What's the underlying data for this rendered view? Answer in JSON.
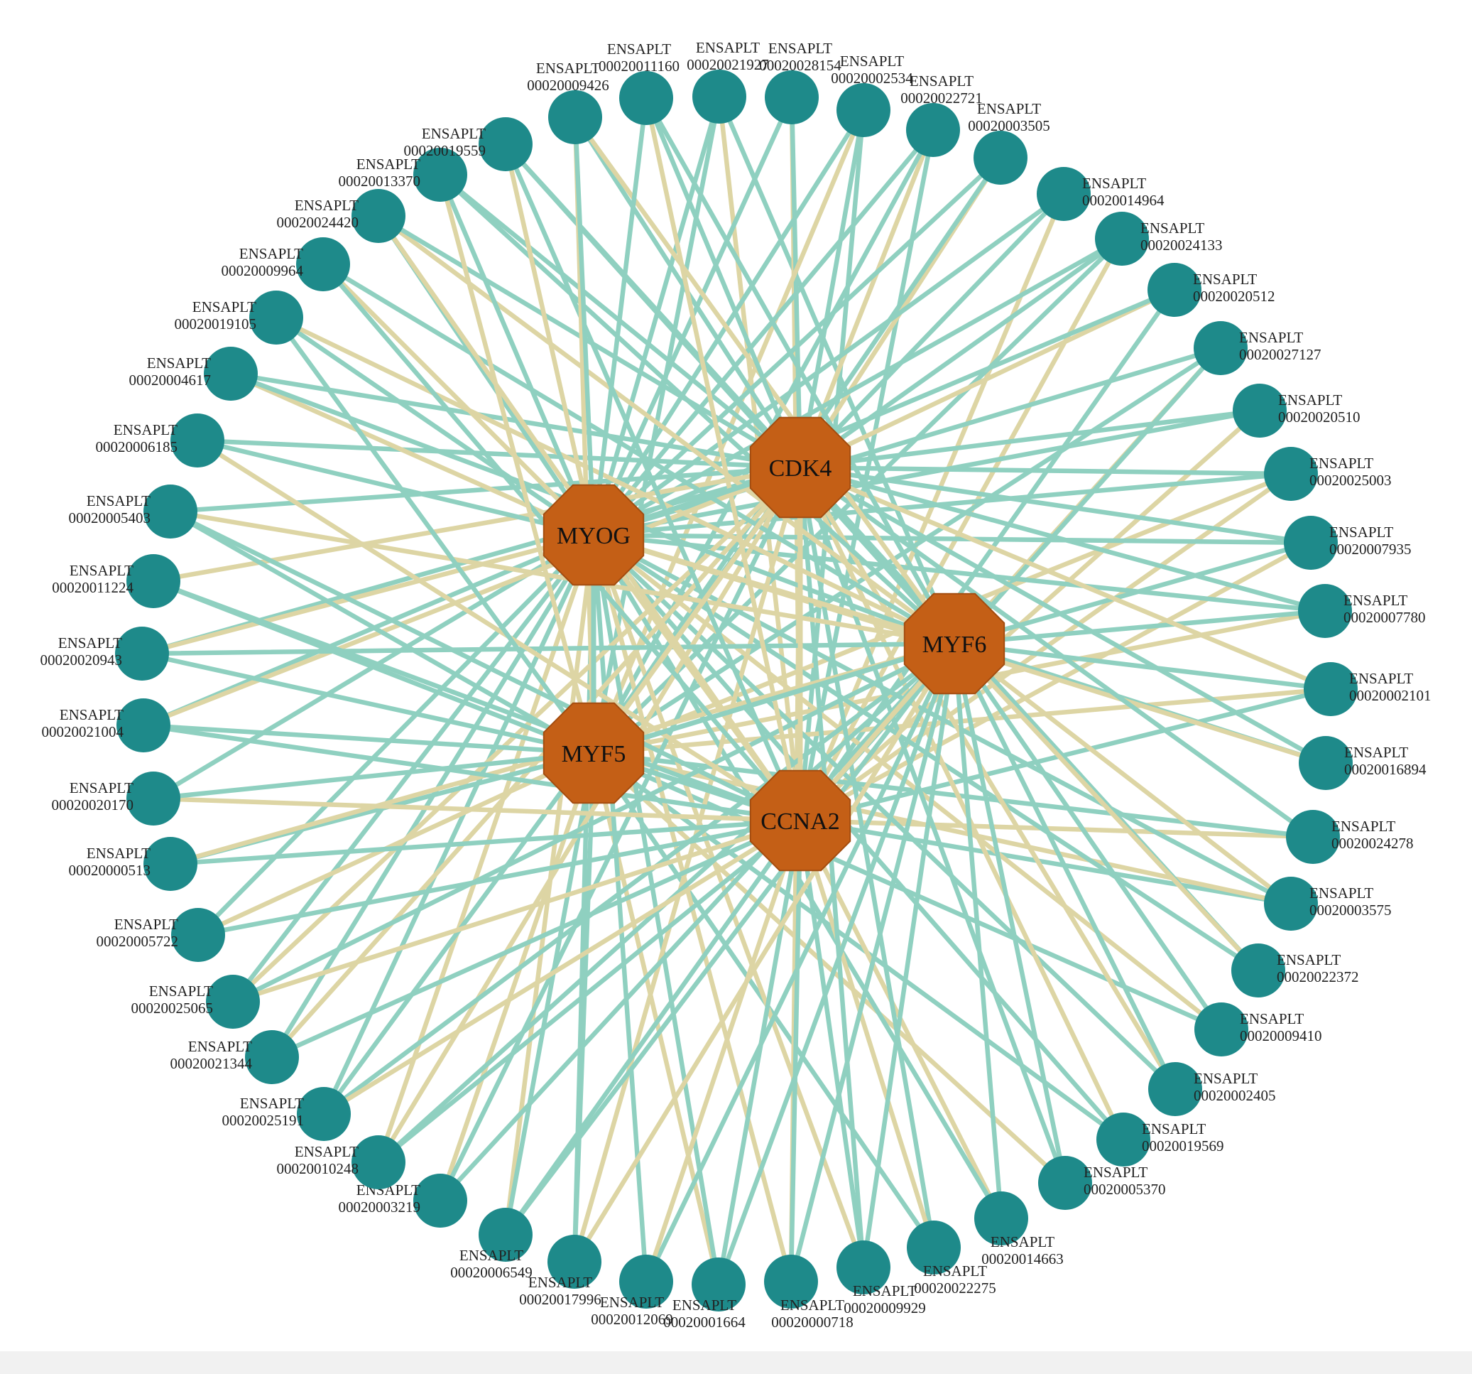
{
  "colors": {
    "background": "#ffffff",
    "hub_fill": "#c45f16",
    "hub_stroke": "#a34d10",
    "outer_fill": "#1e8a8a",
    "edge_teal": "#8fd0c0",
    "edge_tan": "#ddd5a4",
    "label_text": "#222222"
  },
  "network": {
    "hubs": [
      {
        "id": "MYOG",
        "label": "MYOG"
      },
      {
        "id": "CDK4",
        "label": "CDK4"
      },
      {
        "id": "MYF6",
        "label": "MYF6"
      },
      {
        "id": "MYF5",
        "label": "MYF5"
      },
      {
        "id": "CCNA2",
        "label": "CCNA2"
      }
    ],
    "outer_nodes": [
      {
        "id": "n1",
        "line1": "ENSAPLT",
        "line2": "00020021927"
      },
      {
        "id": "n2",
        "line1": "ENSAPLT",
        "line2": "00020028154"
      },
      {
        "id": "n3",
        "line1": "ENSAPLT",
        "line2": "00020002534"
      },
      {
        "id": "n4",
        "line1": "ENSAPLT",
        "line2": "00020022721"
      },
      {
        "id": "n5",
        "line1": "ENSAPLT",
        "line2": "00020003505"
      },
      {
        "id": "n6",
        "line1": "ENSAPLT",
        "line2": "00020014964"
      },
      {
        "id": "n7",
        "line1": "ENSAPLT",
        "line2": "00020024133"
      },
      {
        "id": "n8",
        "line1": "ENSAPLT",
        "line2": "00020020512"
      },
      {
        "id": "n9",
        "line1": "ENSAPLT",
        "line2": "00020027127"
      },
      {
        "id": "n10",
        "line1": "ENSAPLT",
        "line2": "00020020510"
      },
      {
        "id": "n11",
        "line1": "ENSAPLT",
        "line2": "00020025003"
      },
      {
        "id": "n12",
        "line1": "ENSAPLT",
        "line2": "00020007935"
      },
      {
        "id": "n13",
        "line1": "ENSAPLT",
        "line2": "00020007780"
      },
      {
        "id": "n14",
        "line1": "ENSAPLT",
        "line2": "00020002101"
      },
      {
        "id": "n15",
        "line1": "ENSAPLT",
        "line2": "00020016894"
      },
      {
        "id": "n16",
        "line1": "ENSAPLT",
        "line2": "00020024278"
      },
      {
        "id": "n17",
        "line1": "ENSAPLT",
        "line2": "00020003575"
      },
      {
        "id": "n18",
        "line1": "ENSAPLT",
        "line2": "00020022372"
      },
      {
        "id": "n19",
        "line1": "ENSAPLT",
        "line2": "00020009410"
      },
      {
        "id": "n20",
        "line1": "ENSAPLT",
        "line2": "00020002405"
      },
      {
        "id": "n21",
        "line1": "ENSAPLT",
        "line2": "00020019569"
      },
      {
        "id": "n22",
        "line1": "ENSAPLT",
        "line2": "00020005370"
      },
      {
        "id": "n23",
        "line1": "ENSAPLT",
        "line2": "00020014663"
      },
      {
        "id": "n24",
        "line1": "ENSAPLT",
        "line2": "00020022275"
      },
      {
        "id": "n25",
        "line1": "ENSAPLT",
        "line2": "00020009929"
      },
      {
        "id": "n26",
        "line1": "ENSAPLT",
        "line2": "00020000718"
      },
      {
        "id": "n27",
        "line1": "ENSAPLT",
        "line2": "00020001664"
      },
      {
        "id": "n28",
        "line1": "ENSAPLT",
        "line2": "00020012069"
      },
      {
        "id": "n29",
        "line1": "ENSAPLT",
        "line2": "00020017996"
      },
      {
        "id": "n30",
        "line1": "ENSAPLT",
        "line2": "00020006549"
      },
      {
        "id": "n31",
        "line1": "ENSAPLT",
        "line2": "00020003219"
      },
      {
        "id": "n32",
        "line1": "ENSAPLT",
        "line2": "00020010248"
      },
      {
        "id": "n33",
        "line1": "ENSAPLT",
        "line2": "00020025191"
      },
      {
        "id": "n34",
        "line1": "ENSAPLT",
        "line2": "00020021344"
      },
      {
        "id": "n35",
        "line1": "ENSAPLT",
        "line2": "00020025065"
      },
      {
        "id": "n36",
        "line1": "ENSAPLT",
        "line2": "00020005722"
      },
      {
        "id": "n37",
        "line1": "ENSAPLT",
        "line2": "00020000513"
      },
      {
        "id": "n38",
        "line1": "ENSAPLT",
        "line2": "00020020170"
      },
      {
        "id": "n39",
        "line1": "ENSAPLT",
        "line2": "00020021004"
      },
      {
        "id": "n40",
        "line1": "ENSAPLT",
        "line2": "00020020943"
      },
      {
        "id": "n41",
        "line1": "ENSAPLT",
        "line2": "00020011224"
      },
      {
        "id": "n42",
        "line1": "ENSAPLT",
        "line2": "00020005403"
      },
      {
        "id": "n43",
        "line1": "ENSAPLT",
        "line2": "00020006185"
      },
      {
        "id": "n44",
        "line1": "ENSAPLT",
        "line2": "00020004617"
      },
      {
        "id": "n45",
        "line1": "ENSAPLT",
        "line2": "00020019105"
      },
      {
        "id": "n46",
        "line1": "ENSAPLT",
        "line2": "00020009964"
      },
      {
        "id": "n47",
        "line1": "ENSAPLT",
        "line2": "00020024420"
      },
      {
        "id": "n48",
        "line1": "ENSAPLT",
        "line2": "00020013370"
      },
      {
        "id": "n49",
        "line1": "ENSAPLT",
        "line2": "00020019559"
      },
      {
        "id": "n50",
        "line1": "ENSAPLT",
        "line2": "00020009426"
      },
      {
        "id": "n51",
        "line1": "ENSAPLT",
        "line2": "00020011160"
      }
    ]
  }
}
